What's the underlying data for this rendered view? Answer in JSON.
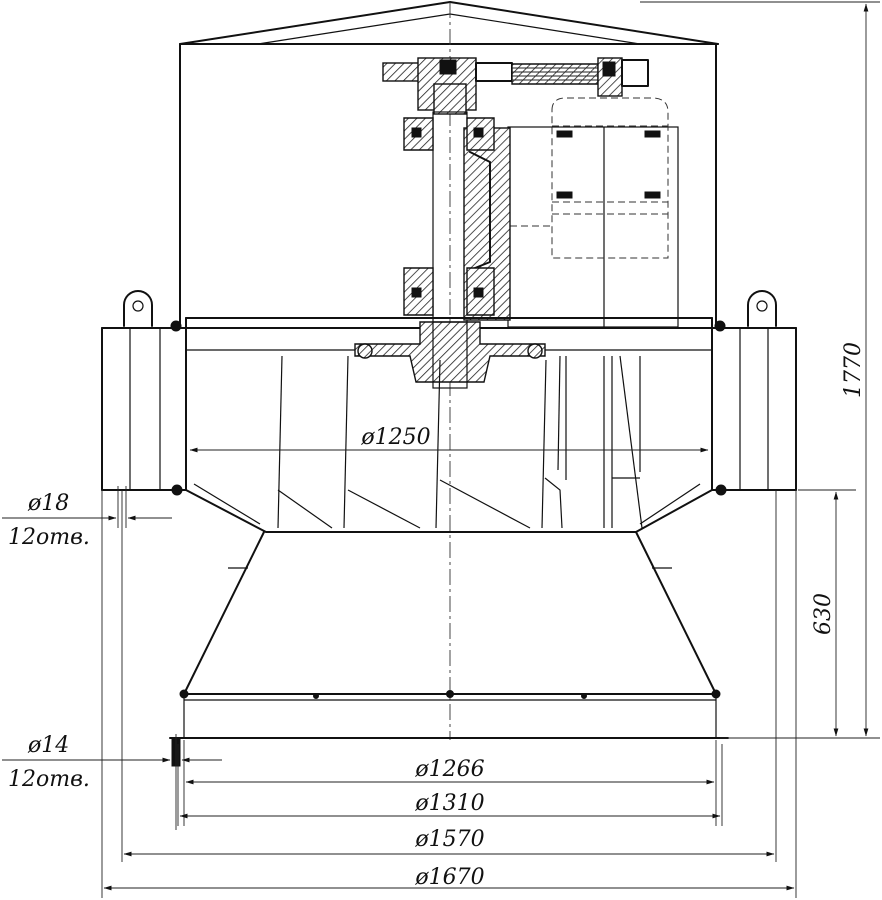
{
  "drawing": {
    "dimensions": {
      "d1250": "ø1250",
      "d1266": "ø1266",
      "d1310": "ø1310",
      "d1570": "ø1570",
      "d1670": "ø1670",
      "height_total": "1770",
      "height_lower": "630"
    },
    "holes": {
      "upper_diameter": "ø18",
      "upper_count": "12отв.",
      "lower_diameter": "ø14",
      "lower_count": "12отв."
    }
  }
}
